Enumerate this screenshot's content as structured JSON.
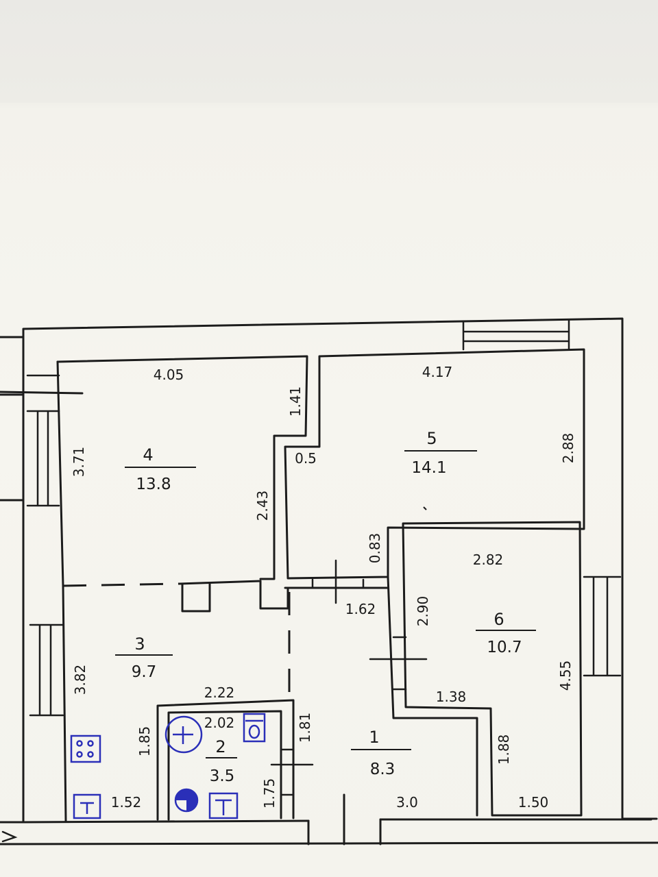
{
  "rooms": [
    {
      "id": "1",
      "area": "8.3"
    },
    {
      "id": "2",
      "area": "3.5"
    },
    {
      "id": "3",
      "area": "9.7"
    },
    {
      "id": "4",
      "area": "13.8"
    },
    {
      "id": "5",
      "area": "14.1"
    },
    {
      "id": "6",
      "area": "10.7"
    }
  ],
  "dimensions": {
    "room4_top": "4.05",
    "room4_left": "3.71",
    "room4_notch_v": "1.41",
    "room4_right": "2.43",
    "room5_top": "4.17",
    "room5_notch": "0.5",
    "room5_right": "2.88",
    "room5_bottom_step": "0.83",
    "room6_top": "2.82",
    "room6_left": "2.90",
    "room6_right": "4.55",
    "room6_step": "1.38",
    "room6_bottom_left": "1.88",
    "room6_bottom": "1.50",
    "hall_top": "1.62",
    "room3_left": "3.82",
    "room3_kitchen_h": "1.85",
    "room3_bottom": "1.52",
    "room2_top": "2.22",
    "room2_inner_top": "2.02",
    "room2_right_top": "1.81",
    "room2_right_bottom": "1.75",
    "room1_bottom": "3.0"
  },
  "fixtures": {
    "toilet": "toilet-icon",
    "stove": "stove-icon",
    "sink": "sink-icon",
    "bath": "bath-icon",
    "boiler": "boiler-icon"
  },
  "colors": {
    "walls": "#1c1c1c",
    "fixtures": "#2a2fb8"
  }
}
